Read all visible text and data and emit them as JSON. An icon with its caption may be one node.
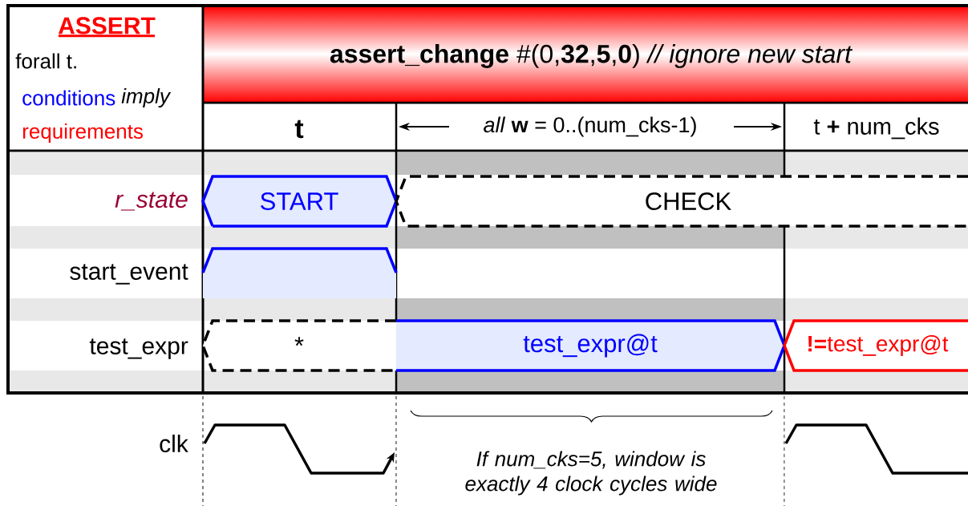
{
  "diagram": {
    "title": "**assert_change** #(0,**32**,**5**,**0**)  *// ignore new start*",
    "nodes": [
      {
        "text": [
          "START"
        ]
      },
      {
        "text": [
          "CHECK"
        ]
      },
      {
        "text": [],
        "shape": "bar"
      },
      {
        "text": [
          "*"
        ]
      },
      {
        "text": [
          "test_expr@t"
        ]
      },
      {
        "text": [
          "**!=**test_expr@t"
        ]
      }
    ],
    "labels": [
      "ASSERT",
      "forall t.",
      "conditions",
      "imply",
      "requirements",
      "t",
      "*all* **w** = 0..(num_cks-1)",
      "t **+** num_cks",
      "r_state",
      "start_event",
      "test_expr",
      "clk",
      "If num_cks=5, window is exactly 4 clock cycles wide"
    ]
  }
}
